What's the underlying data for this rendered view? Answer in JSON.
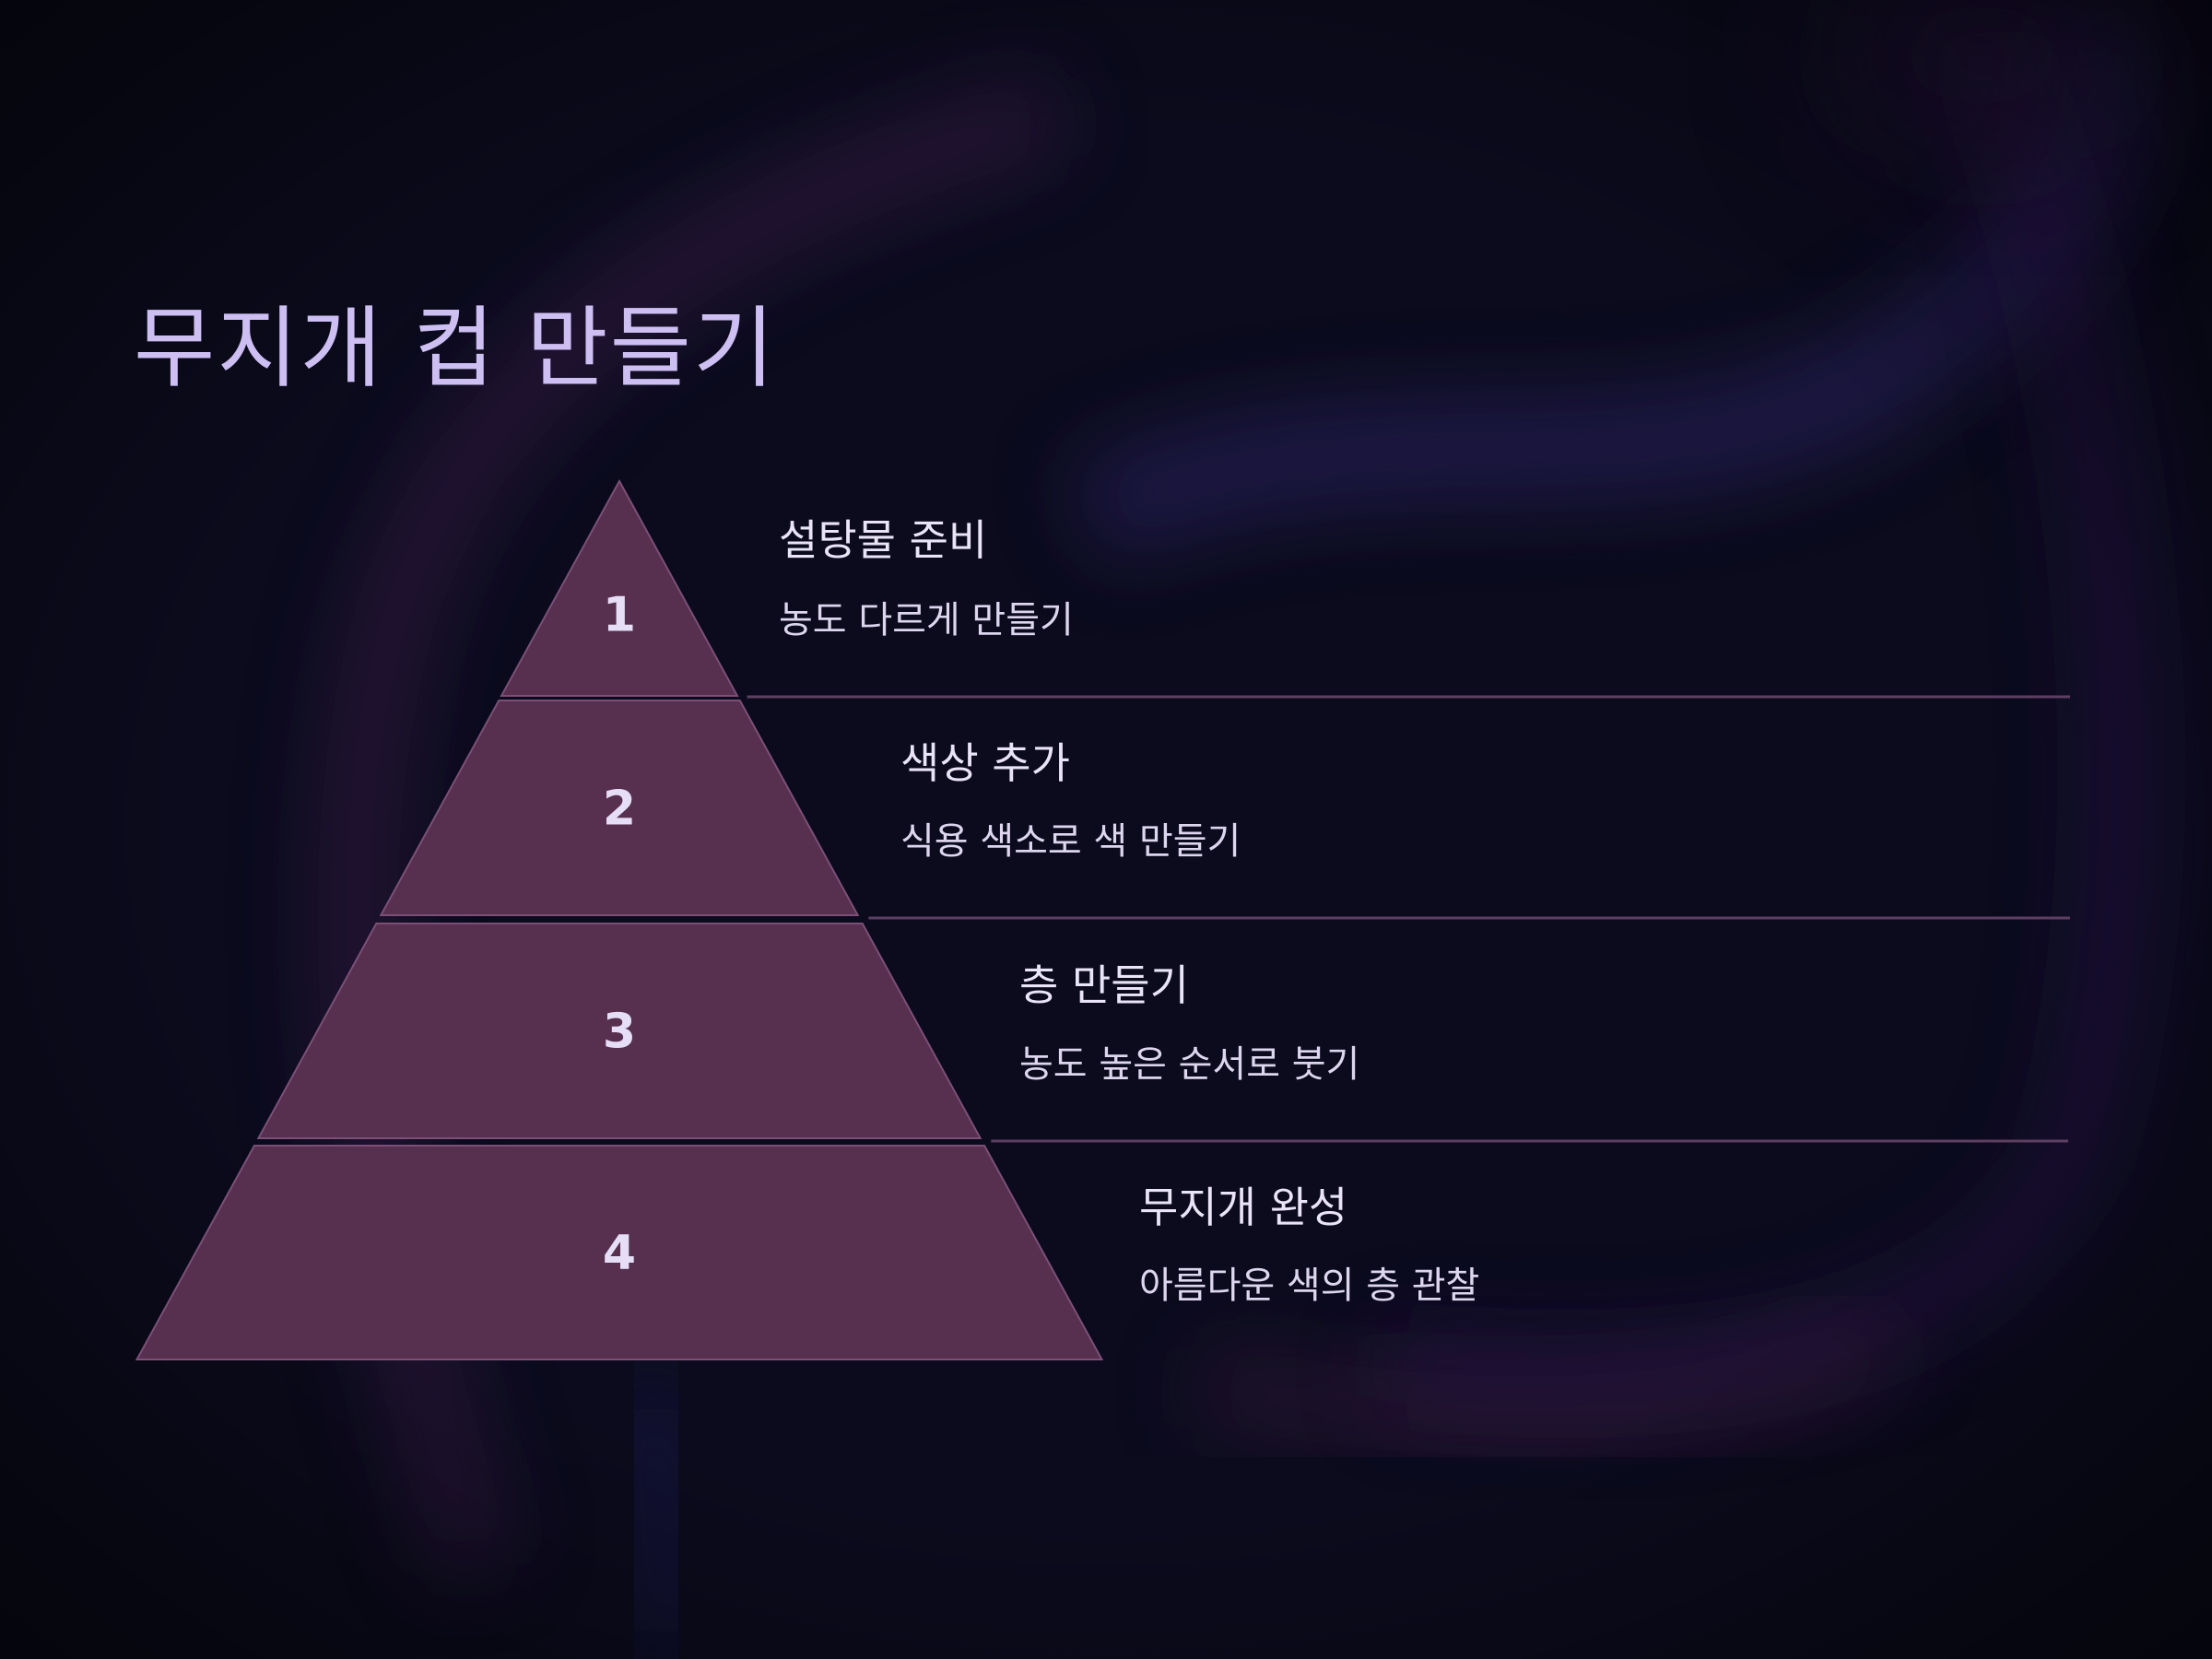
{
  "slide": {
    "title": "무지개 컵 만들기"
  },
  "colors": {
    "background": "#0b0b1d",
    "title": "#cdbff2",
    "pyramid_fill": "#56304e",
    "pyramid_stroke": "#7c4f78",
    "divider": "#5e3f63",
    "text": "#e9e4f6"
  },
  "steps": [
    {
      "number": "1",
      "title": "설탕물 준비",
      "description": "농도 다르게 만들기"
    },
    {
      "number": "2",
      "title": "색상 추가",
      "description": "식용 색소로 색 만들기"
    },
    {
      "number": "3",
      "title": "층 만들기",
      "description": "농도 높은 순서로 붓기"
    },
    {
      "number": "4",
      "title": "무지개 완성",
      "description": "아름다운 색의 층 관찰"
    }
  ]
}
